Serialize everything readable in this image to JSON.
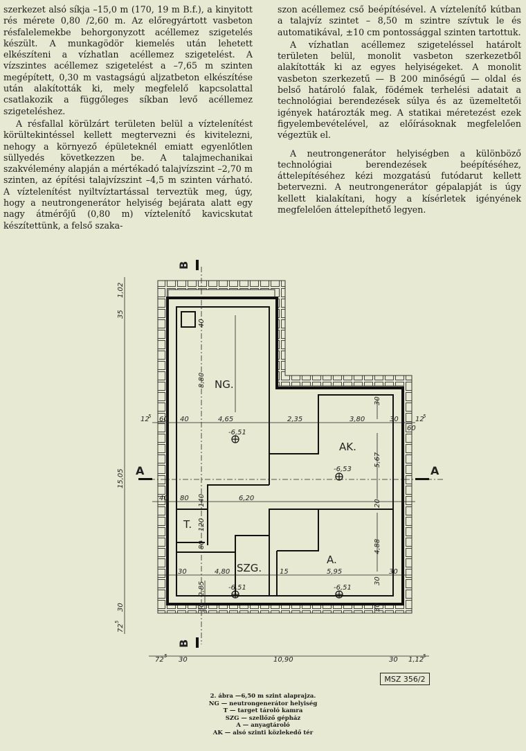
{
  "left_column": [
    "szerkezet alsó síkja –15,0 m (170, 19 m B.f.), a kinyitott rés mérete 0,80 /2,60 m. Az előregyártott vasbeton résfalelemekbe behorgonyzott acéllemez szigetelés készült. A munkagödör kiemelés után lehetett elkészíteni a vízhatlan acéllemez szigetelést. A vízszintes acéllemez szigetelést a –7,65 m szinten megépített, 0,30 m vastagságú aljzatbeton elkészítése után alakították ki, mely megfelelő kapcsolattal csatlakozik a függőleges síkban levő acéllemez szigeteléshez.",
    "A résfallal körülzárt területen belül a víztelenítést körültekintéssel kellett megtervezni és kivitelezni, nehogy a környező épületeknél emiatt egyenlőtlen süllyedés következzen be. A talajmechanikai szakvélemény alapján a mértékadó talajvízszint –2,70 m szinten, az építési talajvízszint –4,5 m szinten várható. A víztelenítést nyiltvíztartással terveztük meg, úgy, hogy a neutrongenerátor helyiség bejárata alatt egy nagy átmérőjű (0,80 m) víztelenítő kavicskutat készítettünk, a felső szaka-"
  ],
  "right_column": [
    "szon acéllemez cső beépítésével. A víztelenítő kútban a talajvíz szintet – 8,50 m szintre szívtuk le és automatikával, ±10 cm pontossággal szinten tartottuk.",
    "A vízhatlan acéllemez szigeteléssel határolt területen belül, monolit vasbeton szerkezetből alakították ki az egyes helyiségeket. A monolit vasbeton szerkezetű — B 200 minőségű — oldal és belső határoló falak, födémek terhelési adatait a technológiai berendezések súlya és az üzemeltetői igények határozták meg. A statikai méretezést ezek figyelembevételével, az előírásoknak megfelelően végeztük el.",
    "A neutrongenerátor helyiségben a különböző technológiai berendezések beépítéséhez, áttelepítéséhez kézi mozgatású futódarut kellett betervezni. A neutrongenerátor gépalapját is úgy kellett kialakítani, hogy a kísérletek igényének megfelelően áttelepíthető legyen."
  ],
  "plan": {
    "rooms": {
      "ng": "NG.",
      "ak": "AK.",
      "t": "T.",
      "szg": "SZG.",
      "a": "A."
    },
    "levels": {
      "ng": "-6,51",
      "ak": "-6,53",
      "szg": "-6,51",
      "a": "-6,51"
    },
    "section_a": "A",
    "section_b": "B",
    "dims": {
      "d102": "1,02",
      "d35": "35",
      "d1505": "15,05",
      "d125l": "12",
      "d125l_sup": "5",
      "d60": "60",
      "d40a": "40",
      "d465": "4,65",
      "d235": "2,35",
      "d380": "3,80",
      "d30a": "30",
      "d125r": "12",
      "d125r_sup": "5",
      "d60r": "60",
      "d40b": "40",
      "d880": "8,80",
      "d40c": "40",
      "d80": "80",
      "d620": "6,20",
      "d140": "140",
      "d120": "120",
      "d80b": "80",
      "d30b": "30",
      "d480": "4,80",
      "d15": "15",
      "d595": "5,95",
      "d30c": "30",
      "d285": "2,85",
      "d30d": "30",
      "d30e": "30",
      "d567": "5,67",
      "d20": "20",
      "d488": "4,88",
      "d30f": "30",
      "d30g": "30",
      "d725": "72",
      "d725_sup": "5",
      "d30h": "30",
      "d1090": "10,90",
      "d30i": "30",
      "d1125": "1,12",
      "d1125_sup": "5",
      "d30j": "30",
      "d725v": "72",
      "d725v_sup": "5"
    },
    "standard": "MSZ 356/2"
  },
  "caption": [
    "2. ábra —6,50 m szint alaprajza.",
    "NG — neutrongenerátor helyiség",
    "T — target tároló kamra",
    "SZG — szellőző gépház",
    "A — anyagtároló",
    "AK — alsó szinti közlekedő tér"
  ]
}
